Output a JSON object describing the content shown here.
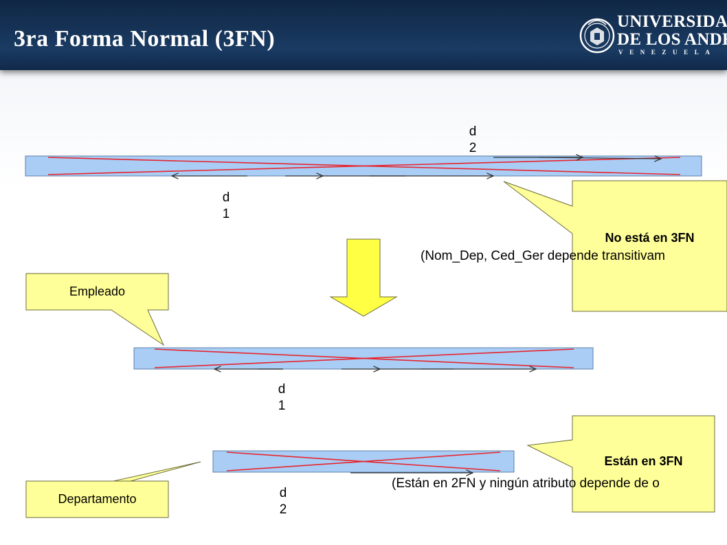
{
  "slide": {
    "title": "3ra Forma Normal (3FN)"
  },
  "logo": {
    "line1": "UNIVERSIDAD",
    "line2": "DE LOS ANDES",
    "line3": "VENEZUELA",
    "icon": "university-seal-icon"
  },
  "diagram": {
    "top_relation": {
      "dep_label_d2": [
        "d",
        "2"
      ],
      "dep_label_d1": [
        "d",
        "1"
      ]
    },
    "callout_no": {
      "heading": "No está en 3FN"
    },
    "note_no": "(Nom_Dep, Ced_Ger depende transitivam",
    "callout_empleado": "Empleado",
    "empleado_relation": {
      "dep_label_d1": [
        "d",
        "1"
      ]
    },
    "callout_departamento": "Departamento",
    "departamento_relation": {
      "dep_label_d2": [
        "d",
        "2"
      ]
    },
    "callout_yes": {
      "heading": "Están en 3FN"
    },
    "note_yes": "(Están en 2FN y ningún atributo depende de o"
  },
  "colors": {
    "header_bg": "#1a3b63",
    "relation_fill": "#a9cdf5",
    "cross_line": "#e8242c",
    "callout_fill": "#ffff99",
    "arrow_fill": "#ffff44"
  }
}
